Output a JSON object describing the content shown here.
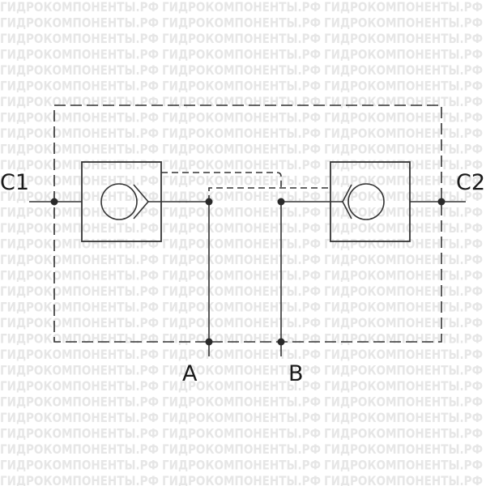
{
  "watermark": {
    "text": "ГИДРОКОМПОНЕНТЫ.РФ",
    "color": "#e6e6e6"
  },
  "ports": {
    "c1": "C1",
    "c2": "C2",
    "a": "A",
    "b": "B"
  },
  "colors": {
    "line": "#333333",
    "background": "#ffffff"
  }
}
